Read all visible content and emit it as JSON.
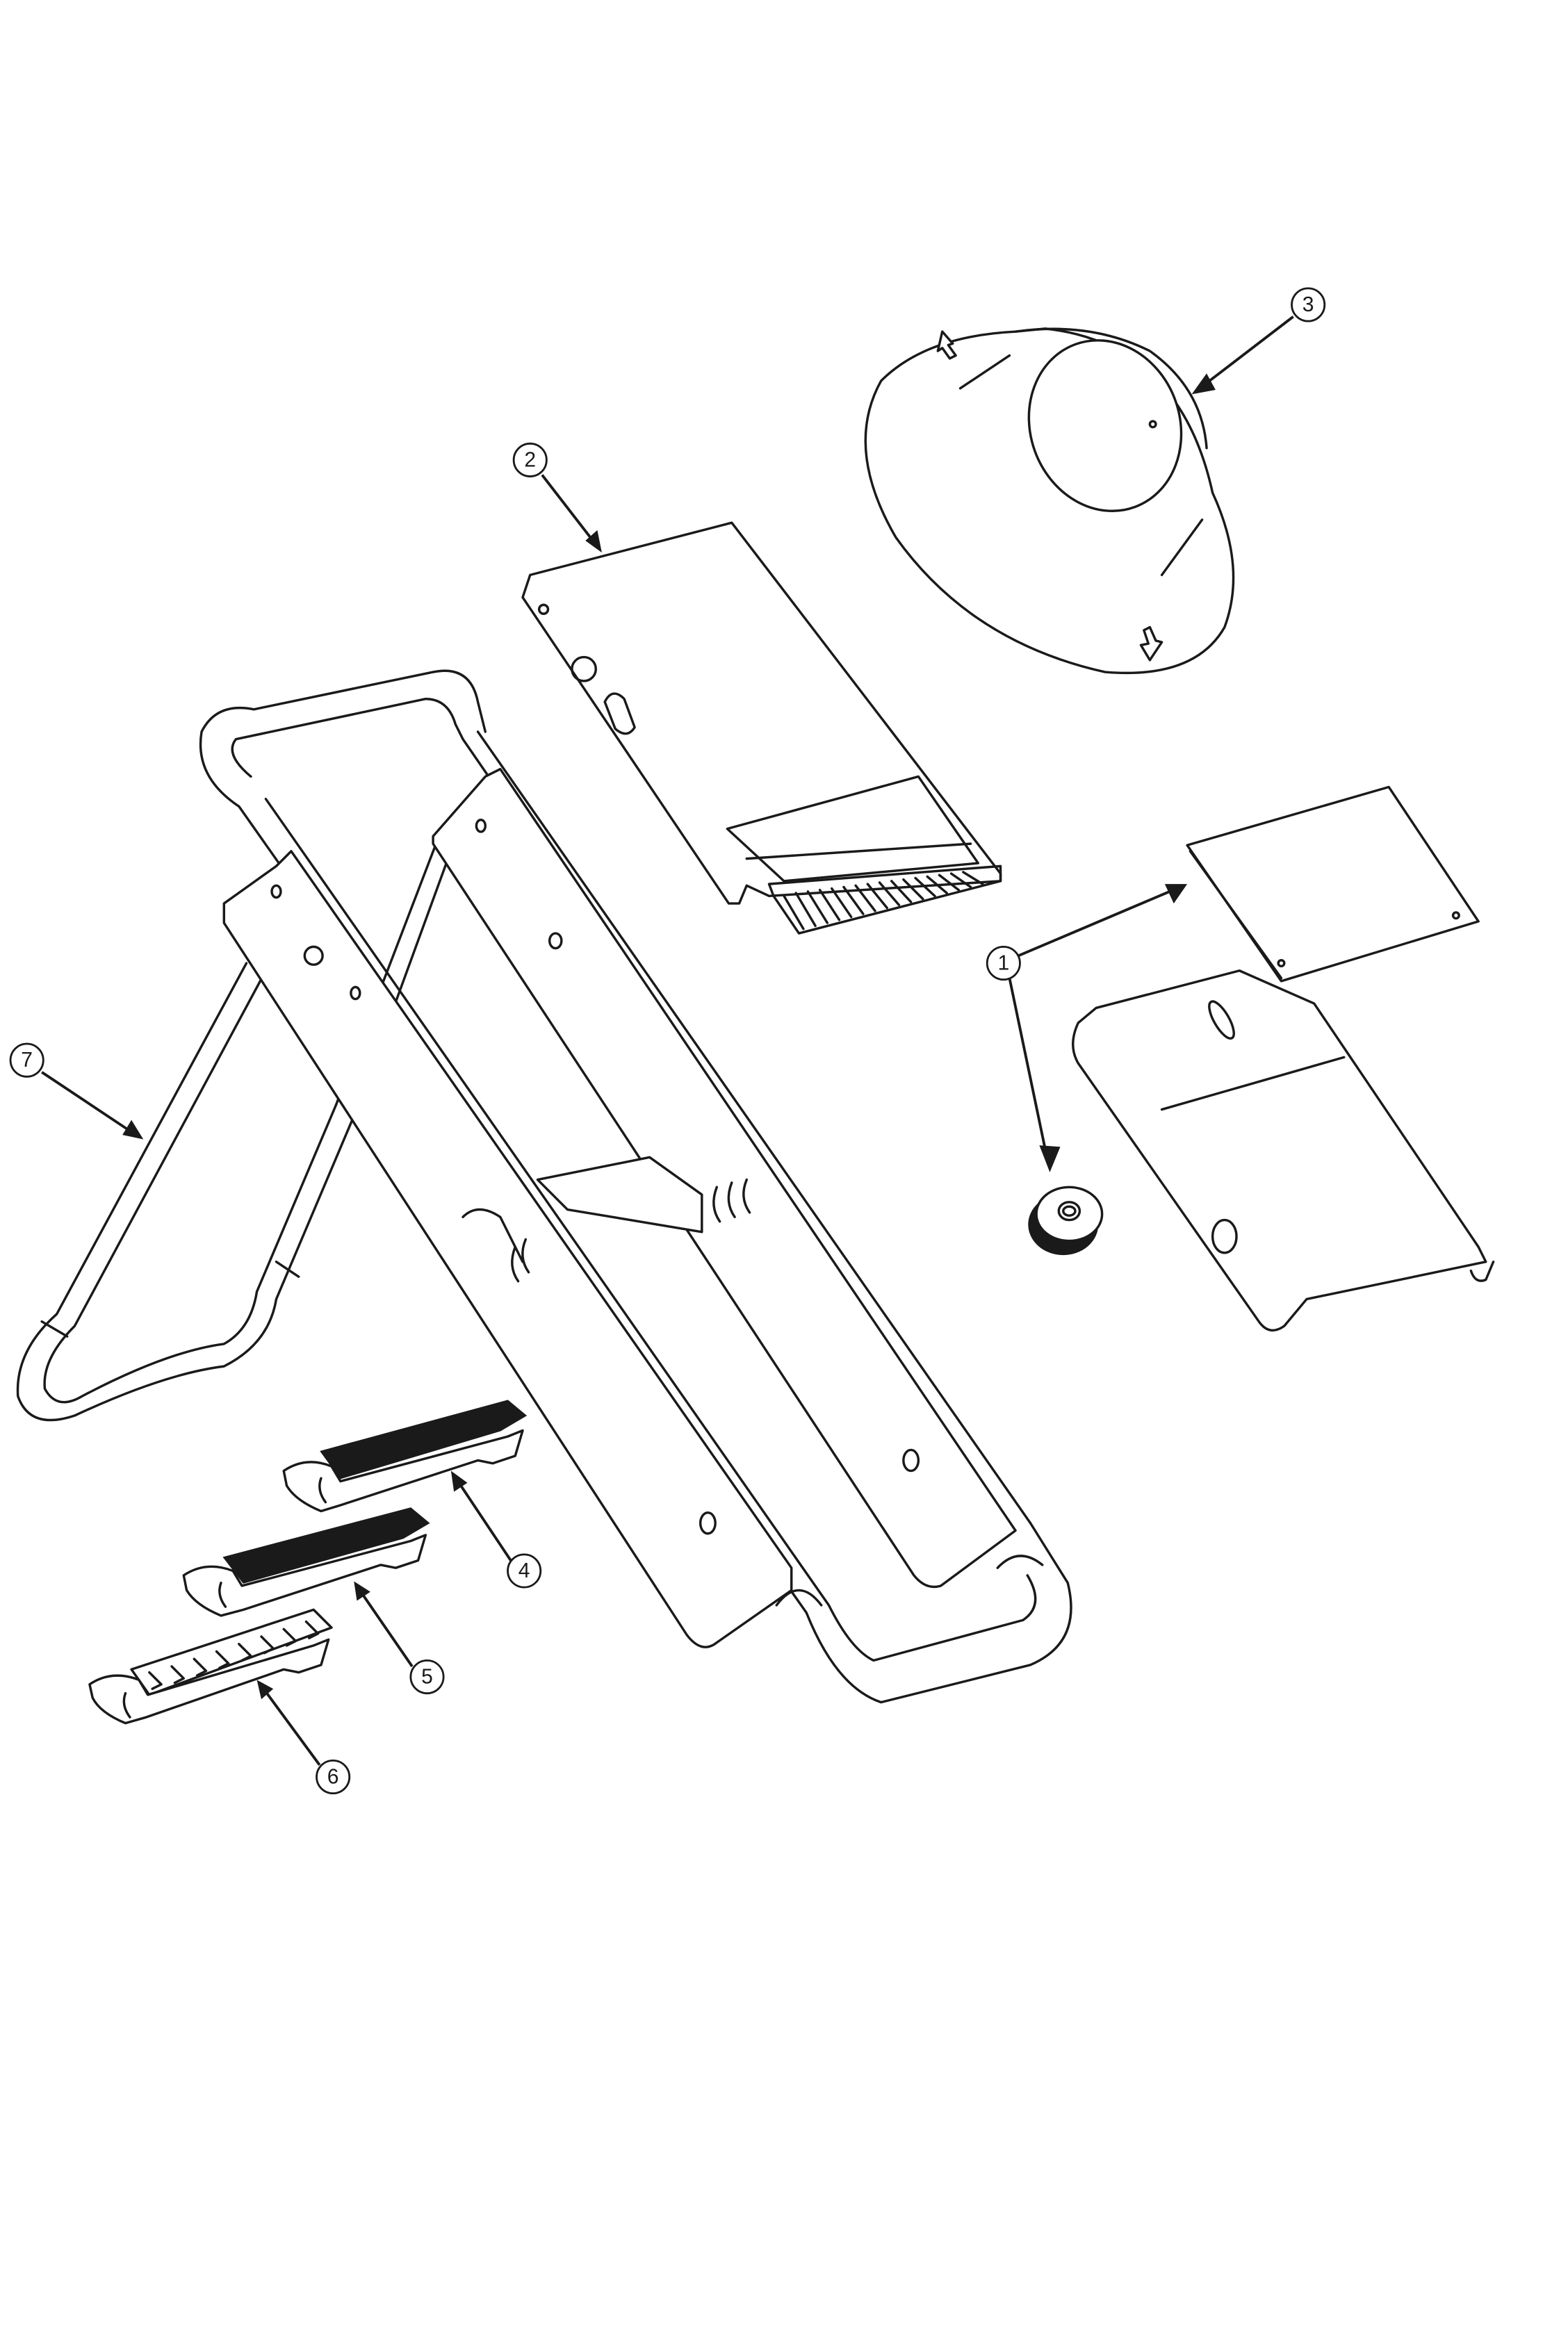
{
  "diagram": {
    "type": "exploded-parts-view",
    "callouts": [
      {
        "id": "1",
        "label": "1",
        "targets": [
          "blade-guard-plate",
          "knob"
        ]
      },
      {
        "id": "2",
        "label": "2",
        "targets": [
          "julienne-blade-plate"
        ]
      },
      {
        "id": "3",
        "label": "3",
        "targets": [
          "hand-guard"
        ]
      },
      {
        "id": "4",
        "label": "4",
        "targets": [
          "blade-insert-fine"
        ]
      },
      {
        "id": "5",
        "label": "5",
        "targets": [
          "blade-insert-medium"
        ]
      },
      {
        "id": "6",
        "label": "6",
        "targets": [
          "blade-insert-wavy"
        ]
      },
      {
        "id": "7",
        "label": "7",
        "targets": [
          "folding-leg-stand"
        ]
      }
    ]
  }
}
